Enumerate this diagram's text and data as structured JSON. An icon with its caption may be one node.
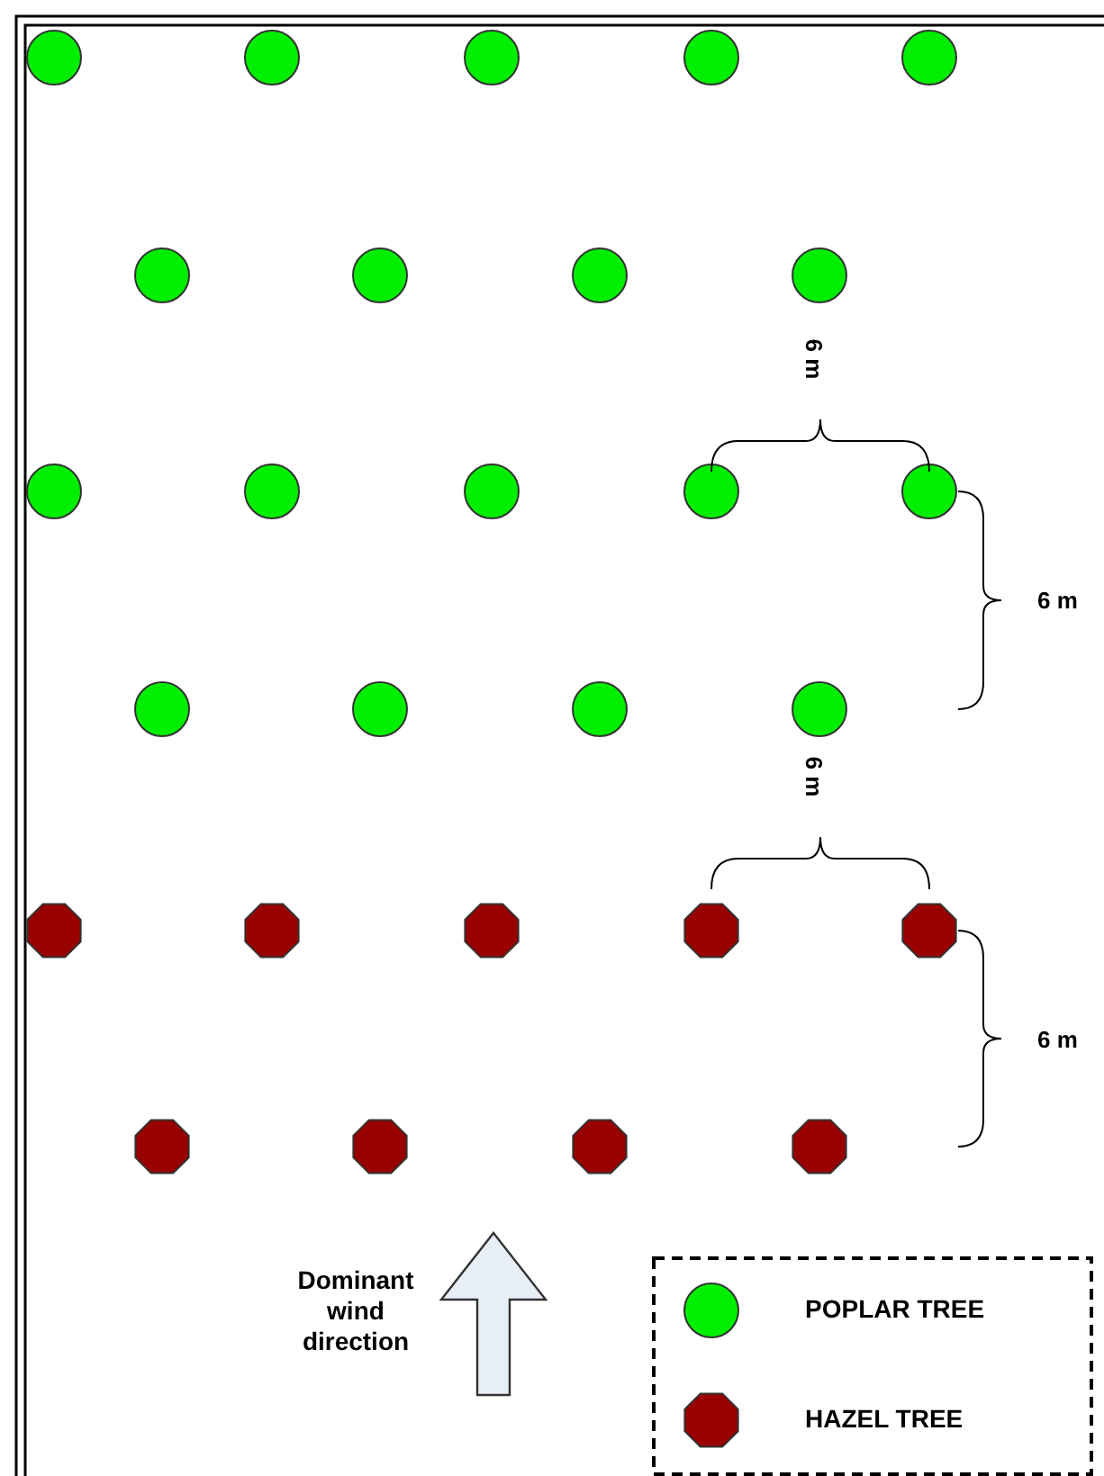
{
  "diagram": {
    "labels": [
      "6 m",
      "6 m",
      "6 m",
      "6 m",
      "Dominant wind direction"
    ],
    "legend": [
      {
        "text": "POPLAR TREE",
        "color": "#00ee00"
      },
      {
        "text": "HAZEL TREE",
        "color": "#990000"
      }
    ]
  }
}
